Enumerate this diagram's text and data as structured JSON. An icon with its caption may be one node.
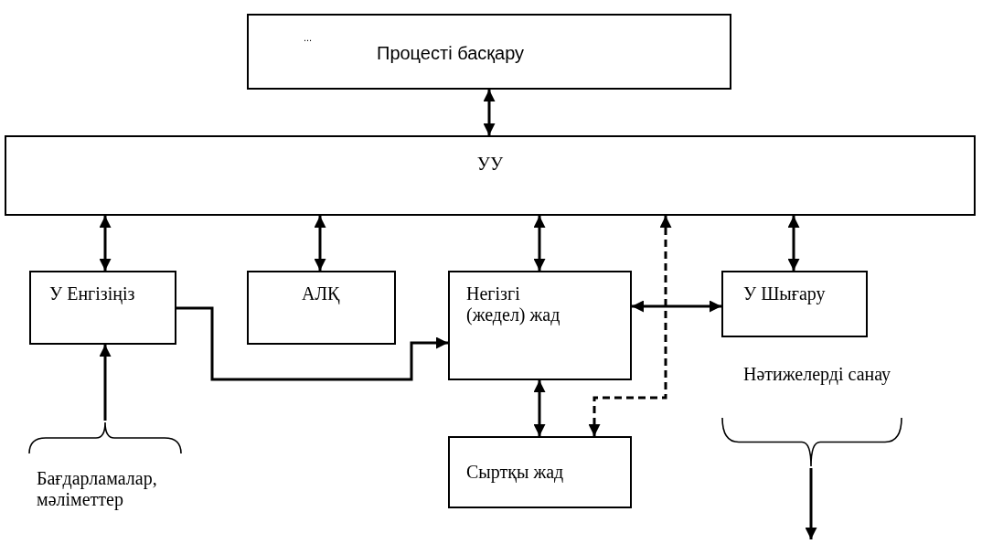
{
  "diagram": {
    "nodes": [
      {
        "text": [
          "...",
          "Процесті басқару"
        ]
      },
      {
        "text": [
          "УУ"
        ]
      },
      {
        "text": [
          "У Енгізіңіз"
        ]
      },
      {
        "text": [
          "АЛҚ"
        ]
      },
      {
        "text": [
          "Негізгі (жедел) жад"
        ]
      },
      {
        "text": [
          "У Шығару"
        ]
      },
      {
        "text": [
          "Сыртқы жад"
        ]
      },
      {
        "text": [
          "Бағдарламалар, мәліметтер"
        ]
      },
      {
        "text": [
          "Нәтижелерді санау"
        ]
      }
    ],
    "edges": [
      {
        "from": 0,
        "to": 1,
        "arrow": "both"
      },
      {
        "from": 1,
        "to": 2,
        "arrow": "both"
      },
      {
        "from": 1,
        "to": 3,
        "arrow": "both"
      },
      {
        "from": 1,
        "to": 4,
        "arrow": "both"
      },
      {
        "from": 1,
        "to": 6,
        "arrow": "both",
        "style": "dashed"
      },
      {
        "from": 1,
        "to": 5,
        "arrow": "both"
      },
      {
        "from": 2,
        "to": 4,
        "arrow": "to"
      },
      {
        "from": 4,
        "to": 5,
        "arrow": "both"
      },
      {
        "from": 4,
        "to": 6,
        "arrow": "both"
      },
      {
        "from": 7,
        "to": 2,
        "arrow": "to"
      },
      {
        "from": 8,
        "to": null,
        "arrow": "to"
      }
    ]
  }
}
